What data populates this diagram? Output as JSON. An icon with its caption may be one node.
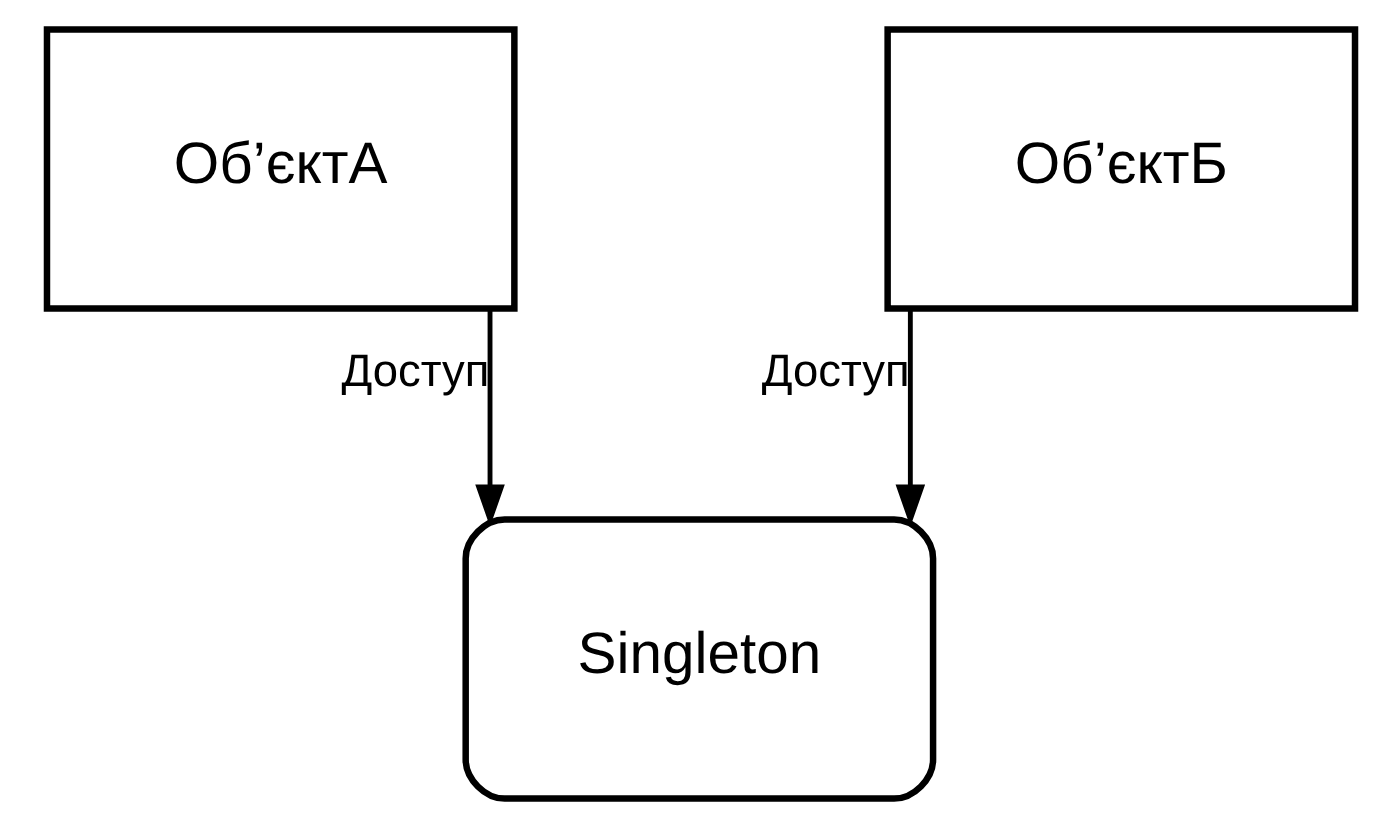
{
  "diagram": {
    "nodes": [
      {
        "text": [
          "Об’єктА"
        ]
      },
      {
        "text": [
          "Об’єктБ"
        ]
      },
      {
        "text": [
          "Singleton"
        ]
      }
    ],
    "edges": [
      {
        "from": 0,
        "to": 2,
        "arrow": "to",
        "label": "Доступ"
      },
      {
        "from": 1,
        "to": 2,
        "arrow": "to",
        "label": "Доступ"
      }
    ]
  }
}
